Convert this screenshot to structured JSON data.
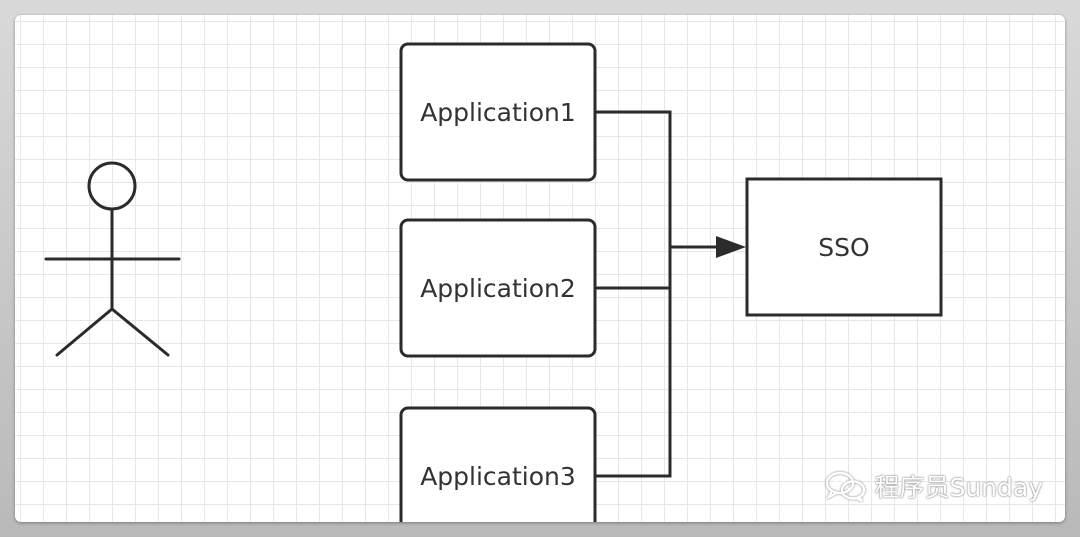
{
  "diagram": {
    "actor": {
      "name": ""
    },
    "nodes": [
      {
        "id": "app1",
        "label": "Application1"
      },
      {
        "id": "app2",
        "label": "Application2"
      },
      {
        "id": "app3",
        "label": "Application3"
      },
      {
        "id": "sso",
        "label": "SSO"
      }
    ],
    "edges": [
      {
        "from": "app1",
        "to": "sso"
      },
      {
        "from": "app2",
        "to": "sso"
      },
      {
        "from": "app3",
        "to": "sso"
      }
    ]
  },
  "watermark": {
    "icon": "wechat-icon",
    "text": "程序员Sunday"
  },
  "colors": {
    "stroke": "#2b2b2b",
    "grid": "#e7e7e7",
    "background": "#ffffff"
  }
}
